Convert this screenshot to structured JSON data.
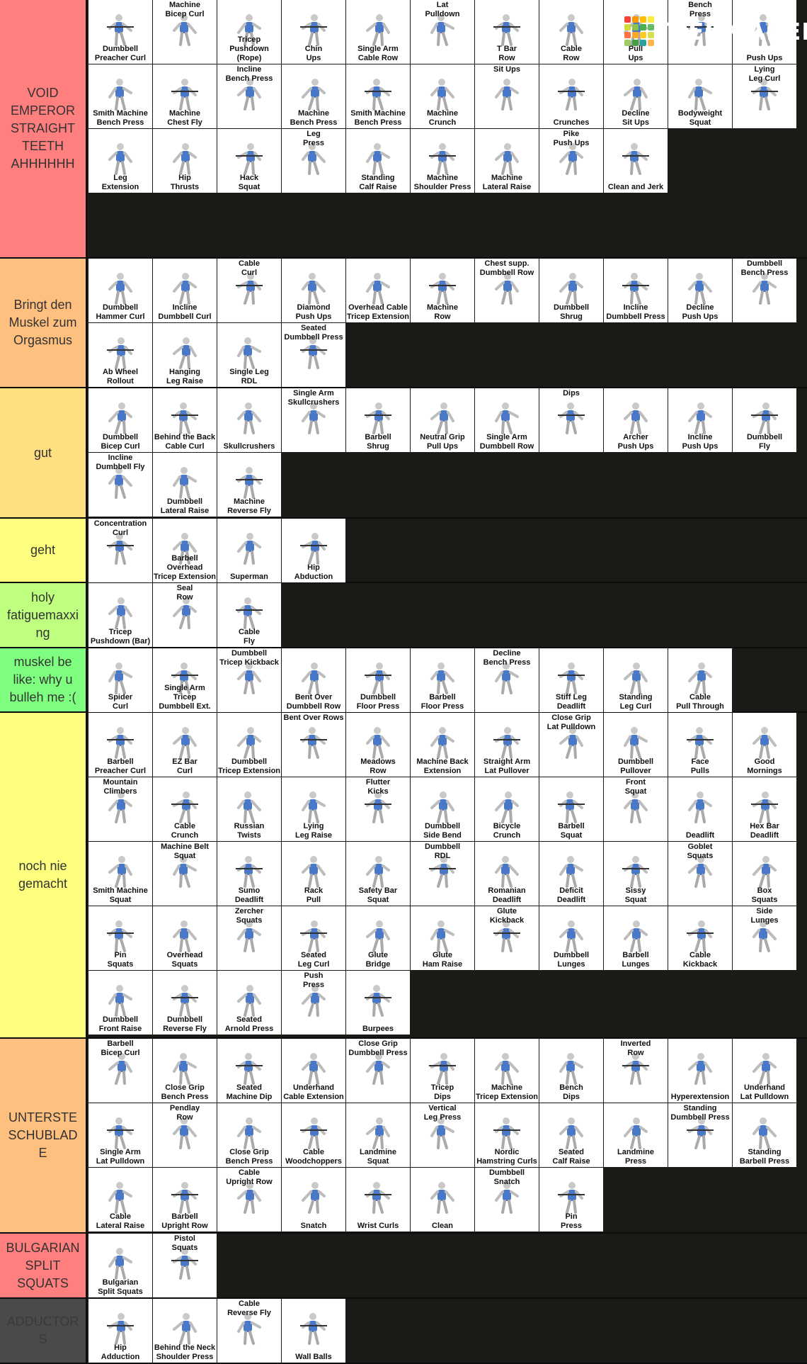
{
  "logo": {
    "text": "TiERMAKER",
    "colors": [
      "#f44336",
      "#ff9800",
      "#ffc107",
      "#ffeb3b",
      "#cddc39",
      "#8bc34a",
      "#4caf50",
      "#66bb6a",
      "#ff7043",
      "#ffa726",
      "#ffca28",
      "#d4e157",
      "#9ccc65",
      "#43a047",
      "#26a69a",
      "#ffb74d"
    ]
  },
  "tiers": [
    {
      "label": "VOID EMPEROR STRAIGHT TEETH AHHHHHH",
      "color": "#ff7f7e",
      "items": [
        "Dumbbell\nPreacher Curl",
        "Machine\nBicep Curl",
        "Tricep\nPushdown (Rope)",
        "Chin\nUps",
        "Single Arm\nCable Row",
        "Lat\nPulldown",
        "T Bar\nRow",
        "Cable\nRow",
        "Pull\nUps",
        "Bench\nPress",
        "Push Ups",
        "Smith Machine\nBench Press",
        "Machine\nChest Fly",
        "Incline\nBench Press",
        "Machine\nBench Press",
        "Smith Machine\nBench Press",
        "Machine\nCrunch",
        "Sit Ups",
        "Crunches",
        "Decline\nSit Ups",
        "Bodyweight\nSquat",
        "Lying\nLeg Curl",
        "Leg\nExtension",
        "Hip\nThrusts",
        "Hack\nSquat",
        "Leg\nPress",
        "Standing\nCalf Raise",
        "Machine\nShoulder Press",
        "Machine\nLateral Raise",
        "Pike\nPush Ups",
        "Clean and Jerk"
      ]
    },
    {
      "label": "Bringt den Muskel zum Orgasmus",
      "color": "#ffbf7f",
      "items": [
        "Dumbbell\nHammer Curl",
        "Incline\nDumbbell Curl",
        "Cable\nCurl",
        "Diamond\nPush Ups",
        "Overhead Cable\nTricep Extension",
        "Machine\nRow",
        "Chest supp.\nDumbbell Row",
        "Dumbbell\nShrug",
        "Incline\nDumbbell Press",
        "Decline\nPush Ups",
        "Dumbbell\nBench Press",
        "Ab Wheel\nRollout",
        "Hanging\nLeg Raise",
        "Single Leg\nRDL",
        "Seated\nDumbbell Press"
      ]
    },
    {
      "label": "gut",
      "color": "#ffdf7f",
      "items": [
        "Dumbbell\nBicep Curl",
        "Behind the Back\nCable Curl",
        "Skullcrushers",
        "Single Arm\nSkullcrushers",
        "Barbell\nShrug",
        "Neutral Grip\nPull Ups",
        "Single Arm\nDumbbell Row",
        "Dips",
        "Archer\nPush Ups",
        "Incline\nPush Ups",
        "Dumbbell\nFly",
        "Incline\nDumbbell Fly",
        "Dumbbell\nLateral Raise",
        "Machine\nReverse Fly"
      ]
    },
    {
      "label": "geht",
      "color": "#ffff7f",
      "items": [
        "Concentration\nCurl",
        "Barbell Overhead\nTricep Extension",
        "Superman",
        "Hip\nAbduction"
      ]
    },
    {
      "label": "holy fatiguemaxxing",
      "color": "#bfff7f",
      "items": [
        "Tricep\nPushdown (Bar)",
        "Seal\nRow",
        "Cable\nFly"
      ]
    },
    {
      "label": "muskel be like: why u bulleh me :(",
      "color": "#7fff7f",
      "items": [
        "Spider\nCurl",
        "Single Arm Tricep\nDumbbell Ext.",
        "Dumbbell\nTricep Kickback",
        "Bent Over\nDumbbell Row",
        "Dumbbell\nFloor Press",
        "Barbell\nFloor Press",
        "Decline\nBench Press",
        "Stiff Leg\nDeadlift",
        "Standing\nLeg Curl",
        "Cable\nPull Through"
      ]
    },
    {
      "label": "noch nie gemacht",
      "color": "#ffff7f",
      "items": [
        "Barbell\nPreacher Curl",
        "EZ Bar\nCurl",
        "Dumbbell\nTricep Extension",
        "Bent Over Rows",
        "Meadows\nRow",
        "Machine Back\nExtension",
        "Straight Arm\nLat Pullover",
        "Close Grip\nLat Pulldown",
        "Dumbbell\nPullover",
        "Face\nPulls",
        "Good\nMornings",
        "Mountain\nClimbers",
        "Cable\nCrunch",
        "Russian\nTwists",
        "Lying\nLeg Raise",
        "Flutter\nKicks",
        "Dumbbell\nSide Bend",
        "Bicycle\nCrunch",
        "Barbell\nSquat",
        "Front\nSquat",
        "Deadlift",
        "Hex Bar\nDeadlift",
        "Smith Machine\nSquat",
        "Machine Belt\nSquat",
        "Sumo\nDeadlift",
        "Rack\nPull",
        "Safety Bar\nSquat",
        "Dumbbell\nRDL",
        "Romanian\nDeadlift",
        "Deficit\nDeadlift",
        "Sissy\nSquat",
        "Goblet\nSquats",
        "Box\nSquats",
        "Pin\nSquats",
        "Overhead\nSquats",
        "Zercher\nSquats",
        "Seated\nLeg Curl",
        "Glute\nBridge",
        "Glute\nHam Raise",
        "Glute\nKickback",
        "Dumbbell\nLunges",
        "Barbell\nLunges",
        "Cable\nKickback",
        "Side\nLunges",
        "Dumbbell\nFront Raise",
        "Dumbbell\nReverse Fly",
        "Seated\nArnold Press",
        "Push\nPress",
        "Burpees"
      ]
    },
    {
      "label": "UNTERSTE SCHUBLADE",
      "color": "#ffbf7f",
      "items": [
        "Barbell\nBicep Curl",
        "Close Grip\nBench Press",
        "Seated\nMachine Dip",
        "Underhand\nCable Extension",
        "Close Grip\nDumbbell Press",
        "Tricep\nDips",
        "Machine\nTricep Extension",
        "Bench\nDips",
        "Inverted\nRow",
        "Hyperextension",
        "Underhand\nLat Pulldown",
        "Single Arm\nLat Pulldown",
        "Pendlay\nRow",
        "Close Grip\nBench Press",
        "Cable\nWoodchoppers",
        "Landmine\nSquat",
        "Vertical\nLeg Press",
        "Nordic\nHamstring Curls",
        "Seated\nCalf Raise",
        "Landmine\nPress",
        "Standing\nDumbbell Press",
        "Standing\nBarbell Press",
        "Cable\nLateral Raise",
        "Barbell\nUpright Row",
        "Cable\nUpright Row",
        "Snatch",
        "Wrist Curls",
        "Clean",
        "Dumbbell\nSnatch",
        "Pin\nPress"
      ]
    },
    {
      "label": "BULGARIAN SPLIT SQUATS",
      "color": "#ff7f7e",
      "items": [
        "Bulgarian\nSplit Squats",
        "Pistol\nSquats"
      ]
    },
    {
      "label": "ADDUCTORS",
      "color": "#4a4a4a",
      "items": [
        "Hip\nAdduction",
        "Behind the Neck\nShoulder Press",
        "Cable\nReverse Fly",
        "Wall Balls"
      ]
    }
  ]
}
